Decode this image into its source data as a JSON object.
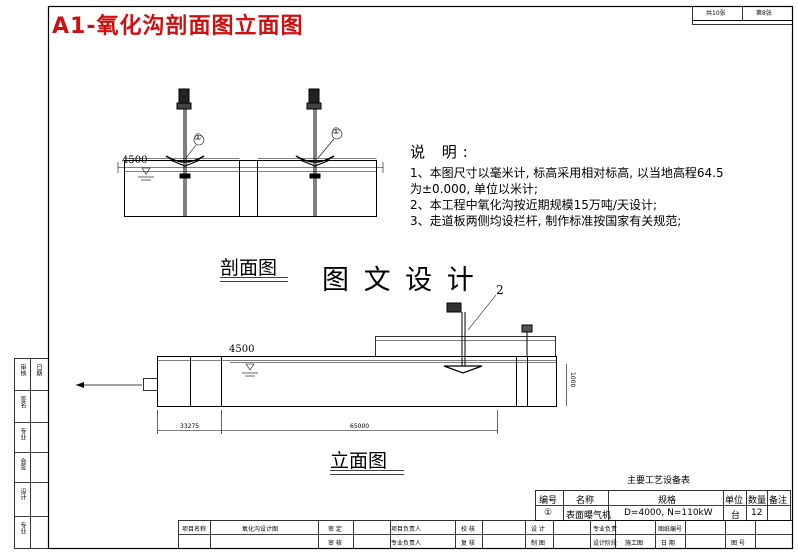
{
  "title": "A1-氧化沟剖面图立面图",
  "sheet": {
    "total": "共10张",
    "index": "第8张"
  },
  "notes": {
    "heading": "说 明:",
    "items": [
      "1、本图尺寸以毫米计, 标高采用相对标高, 以当地高程64.5",
      "为±0.000, 单位以米计;",
      "2、本工程中氧化沟按近期规模15万吨/天设计;",
      "3、走道板两侧均设栏杆, 制作标准按国家有关规范;"
    ]
  },
  "section": {
    "label": "剖面图",
    "water_level": "4500",
    "markers": [
      "①",
      "①"
    ]
  },
  "watermark": "图 文 设 计",
  "elevation": {
    "label": "立面图",
    "water_level": "4500",
    "marker": "2",
    "dims": [
      "33275",
      "65000"
    ],
    "height_dim": "1000"
  },
  "equipment_table": {
    "title": "主要工艺设备表",
    "headers": [
      "编号",
      "名称",
      "规格",
      "单位",
      "数量",
      "备注"
    ],
    "row": [
      "①",
      "表面曝气机",
      "D=4000, N=110kW",
      "台",
      "12",
      ""
    ]
  },
  "title_block": {
    "project_name_label": "项目名称",
    "drawing_name": "氧化沟设计图",
    "row1": [
      "审 定",
      "项目负责人",
      "校 核",
      "设 计",
      "专业负责",
      "图纸编号"
    ],
    "row2": [
      "审 核",
      "专业负责人",
      "复 核",
      "制 图",
      "设计阶段",
      "日 期"
    ],
    "row2_values": [
      "施工图",
      ""
    ],
    "page_label": "图 号"
  },
  "left_strip": [
    "审核",
    "日期",
    "签名",
    "专业",
    "会签",
    "设计",
    "专业"
  ]
}
